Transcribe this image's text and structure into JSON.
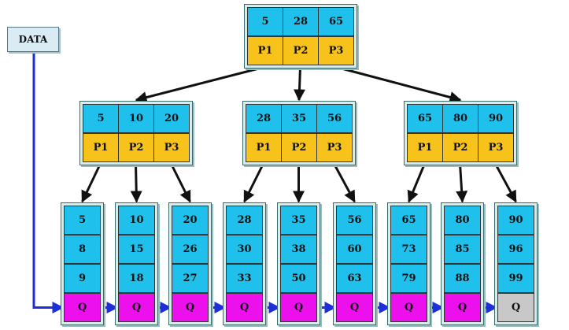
{
  "colors": {
    "key": "#1fc1ec",
    "pointer": "#f7c21a",
    "leaf_pointer": "#ec10ec",
    "last_pointer": "#c8c8c8",
    "tree_arrow": "#111111",
    "data_arrow": "#1f2fd8"
  },
  "data_label": "DATA",
  "root": {
    "keys": [
      "5",
      "28",
      "65"
    ],
    "pointers": [
      "P1",
      "P2",
      "P3"
    ]
  },
  "internal_nodes": [
    {
      "keys": [
        "5",
        "10",
        "20"
      ],
      "pointers": [
        "P1",
        "P2",
        "P3"
      ]
    },
    {
      "keys": [
        "28",
        "35",
        "56"
      ],
      "pointers": [
        "P1",
        "P2",
        "P3"
      ]
    },
    {
      "keys": [
        "65",
        "80",
        "90"
      ],
      "pointers": [
        "P1",
        "P2",
        "P3"
      ]
    }
  ],
  "leaves": [
    {
      "keys": [
        "5",
        "8",
        "9"
      ],
      "pointer": "Q"
    },
    {
      "keys": [
        "10",
        "15",
        "18"
      ],
      "pointer": "Q"
    },
    {
      "keys": [
        "20",
        "26",
        "27"
      ],
      "pointer": "Q"
    },
    {
      "keys": [
        "28",
        "30",
        "33"
      ],
      "pointer": "Q"
    },
    {
      "keys": [
        "35",
        "38",
        "50"
      ],
      "pointer": "Q"
    },
    {
      "keys": [
        "56",
        "60",
        "63"
      ],
      "pointer": "Q"
    },
    {
      "keys": [
        "65",
        "73",
        "79"
      ],
      "pointer": "Q"
    },
    {
      "keys": [
        "80",
        "85",
        "88"
      ],
      "pointer": "Q"
    },
    {
      "keys": [
        "90",
        "96",
        "99"
      ],
      "pointer": "Q"
    }
  ]
}
